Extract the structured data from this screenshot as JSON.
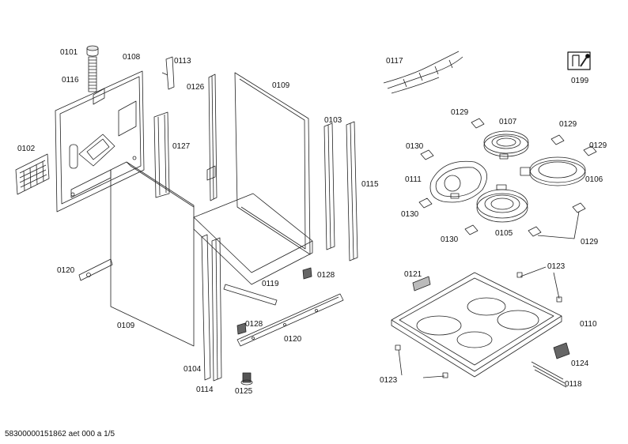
{
  "labels": {
    "p0101": "0101",
    "p0116": "0116",
    "p0108": "0108",
    "p0113": "0113",
    "p0126": "0126",
    "p0109a": "0109",
    "p0117": "0117",
    "p0199": "0199",
    "p0102": "0102",
    "p0127": "0127",
    "p0103": "0103",
    "p0115": "0115",
    "p0129a": "0129",
    "p0107": "0107",
    "p0129b": "0129",
    "p0130a": "0130",
    "p0129c": "0129",
    "p0111": "0111",
    "p0106": "0106",
    "p0130b": "0130",
    "p0130c": "0130",
    "p0105": "0105",
    "p0129d": "0129",
    "p0120a": "0120",
    "p0128a": "0128",
    "p0119": "0119",
    "p0121": "0121",
    "p0123a": "0123",
    "p0109b": "0109",
    "p0128b": "0128",
    "p0120b": "0120",
    "p0110": "0110",
    "p0104": "0104",
    "p0114": "0114",
    "p0125": "0125",
    "p0124": "0124",
    "p0123b": "0123",
    "p0118": "0118"
  },
  "footer": "58300000151862 aet 000 a 1/5"
}
